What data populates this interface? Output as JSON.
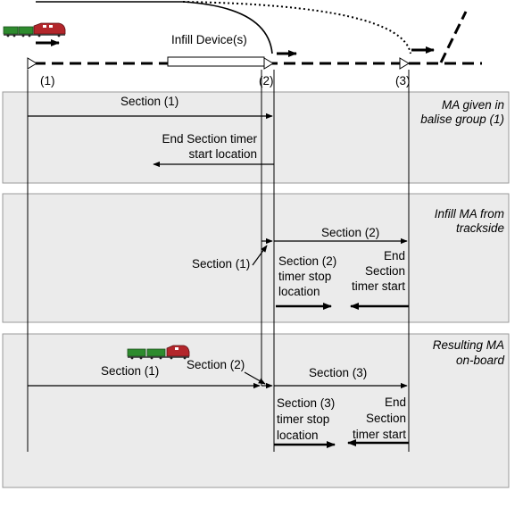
{
  "track": {
    "infill_label": "Infill Device(s)",
    "markers": [
      "(1)",
      "(2)",
      "(3)"
    ]
  },
  "panels": [
    {
      "title_lines": [
        "MA given in",
        "balise group (1)"
      ],
      "section_label": "Section (1)",
      "end_timer_lines": [
        "End Section timer",
        "start location"
      ]
    },
    {
      "title_lines": [
        "Infill MA from",
        "trackside"
      ],
      "section_label": "Section (2)",
      "pointer_label": "Section (1)",
      "stop_lines": [
        "Section (2)",
        "timer stop",
        "location"
      ],
      "start_lines": [
        "End",
        "Section",
        "timer start"
      ]
    },
    {
      "title_lines": [
        "Resulting MA",
        "on-board"
      ],
      "left_label": "Section (1)",
      "pointer_label": "Section (2)",
      "right_label": "Section (3)",
      "stop_lines": [
        "Section (3)",
        "timer stop",
        "location"
      ],
      "start_lines": [
        "End",
        "Section",
        "timer start"
      ]
    }
  ],
  "colors": {
    "panel_fill": "#ebebeb",
    "loco_red": "#b3262b",
    "wagon_green": "#2e8b2e"
  }
}
